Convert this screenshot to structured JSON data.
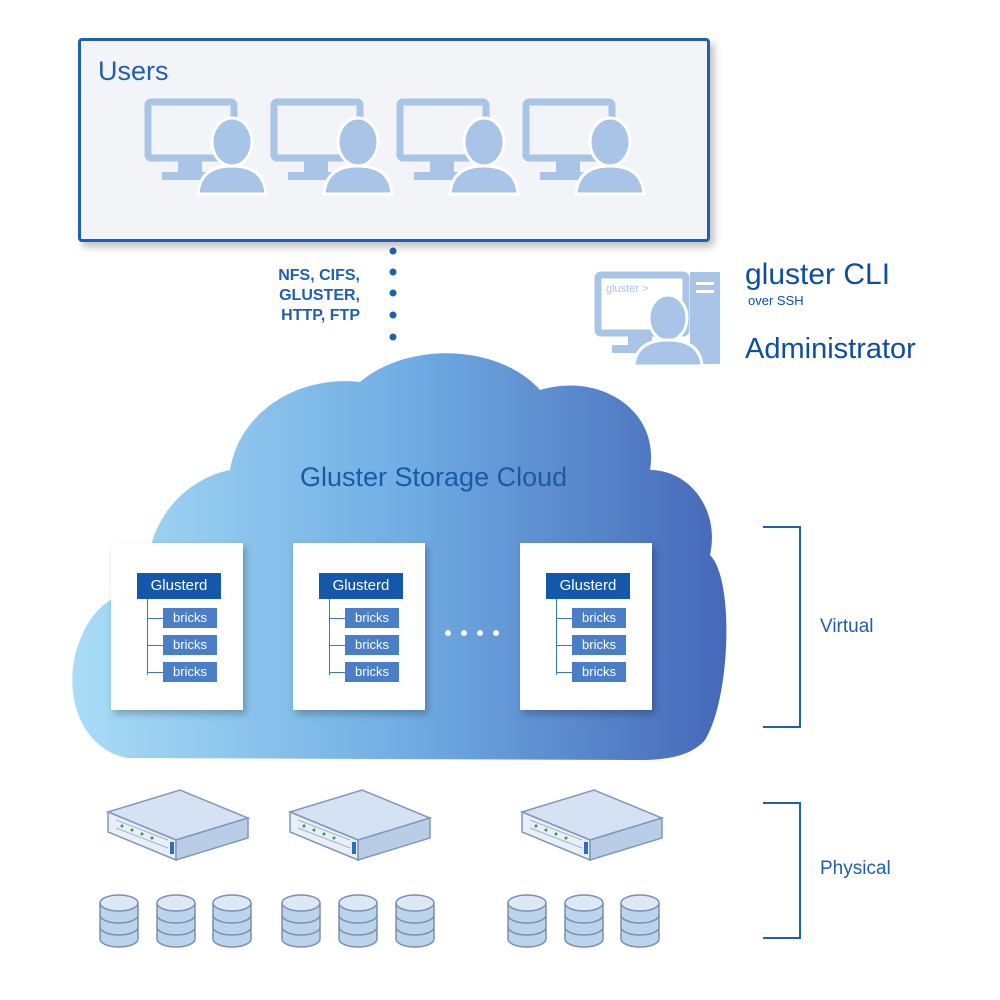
{
  "users": {
    "title": "Users"
  },
  "protocols": {
    "lines": [
      "NFS, CIFS,",
      "GLUSTER,",
      "HTTP, FTP"
    ]
  },
  "admin": {
    "cli_title": "gluster CLI",
    "cli_subtitle": "over SSH",
    "terminal_prompt": "gluster >",
    "title": "Administrator"
  },
  "cloud": {
    "title": "Gluster Storage Cloud",
    "nodes": [
      {
        "daemon": "Glusterd",
        "bricks": [
          "bricks",
          "bricks",
          "bricks"
        ]
      },
      {
        "daemon": "Glusterd",
        "bricks": [
          "bricks",
          "bricks",
          "bricks"
        ]
      },
      {
        "daemon": "Glusterd",
        "bricks": [
          "bricks",
          "bricks",
          "bricks"
        ]
      }
    ]
  },
  "layers": {
    "virtual": "Virtual",
    "physical": "Physical"
  },
  "colors": {
    "primary": "#1f5fae",
    "cloud_light": "#a6d9f5",
    "cloud_dark": "#4a72c0",
    "icon": "#a8c4e6"
  }
}
